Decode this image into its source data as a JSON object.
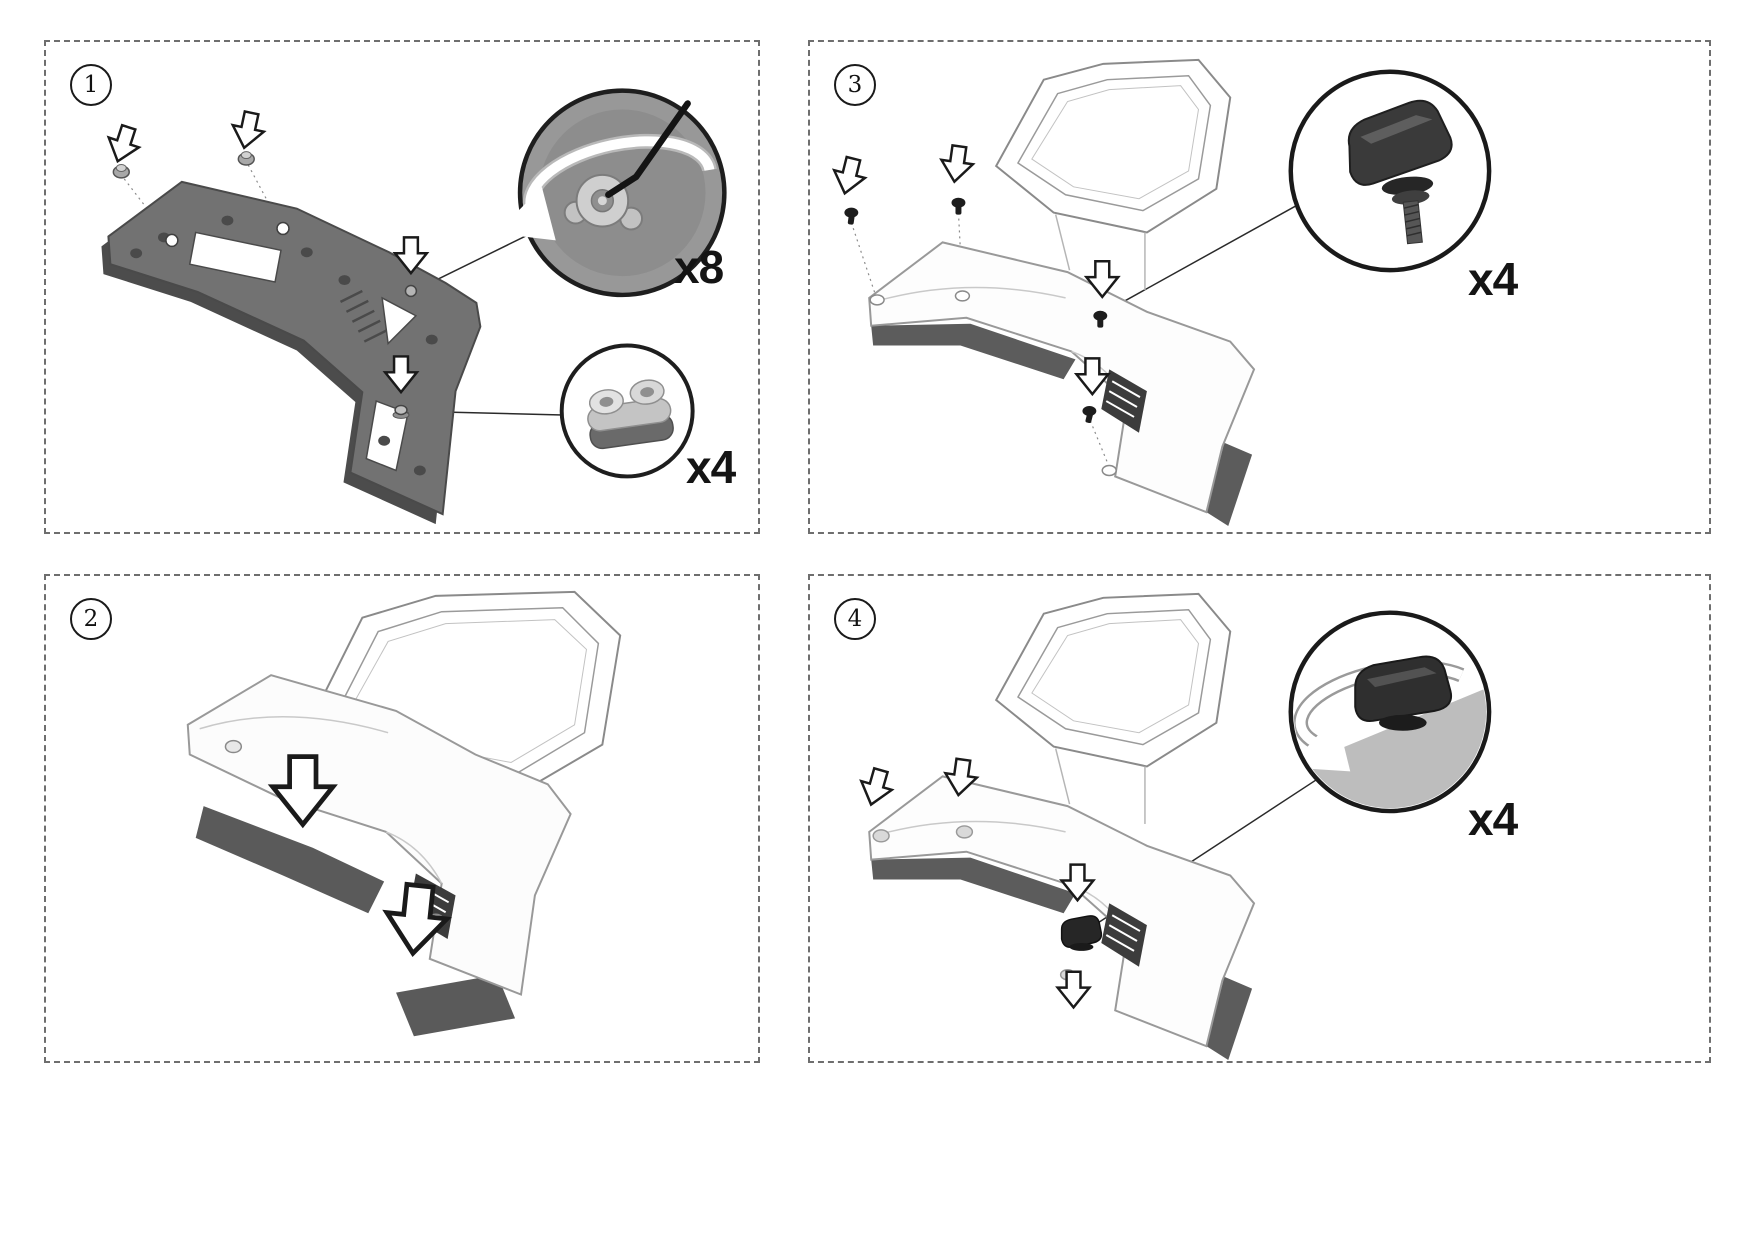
{
  "document": {
    "palette": {
      "line": "#1a1a1a",
      "bracket_gray": "#727272",
      "shadow_gray": "#5a5a5a",
      "background": "#ffffff"
    },
    "icons": {
      "down-arrow-icon": "hollow-outline-arrow",
      "rotation-arrow-icon": "white-sweep-arrow",
      "hex-key-icon": "allen-key",
      "spacer-icon": "rubber-spacer",
      "knob-icon": "threaded-locking-knob"
    }
  },
  "panels": [
    {
      "step_number": "1",
      "callouts": [
        {
          "label": "x8",
          "item": "screw-tightened-with-hex-key"
        },
        {
          "label": "x4",
          "item": "rubber-spacer"
        }
      ]
    },
    {
      "step_number": "2",
      "callouts": []
    },
    {
      "step_number": "3",
      "callouts": [
        {
          "label": "x4",
          "item": "locking-knob-with-threaded-stud"
        }
      ]
    },
    {
      "step_number": "4",
      "callouts": [
        {
          "label": "x4",
          "item": "knob-tightening-rotation"
        }
      ]
    }
  ]
}
